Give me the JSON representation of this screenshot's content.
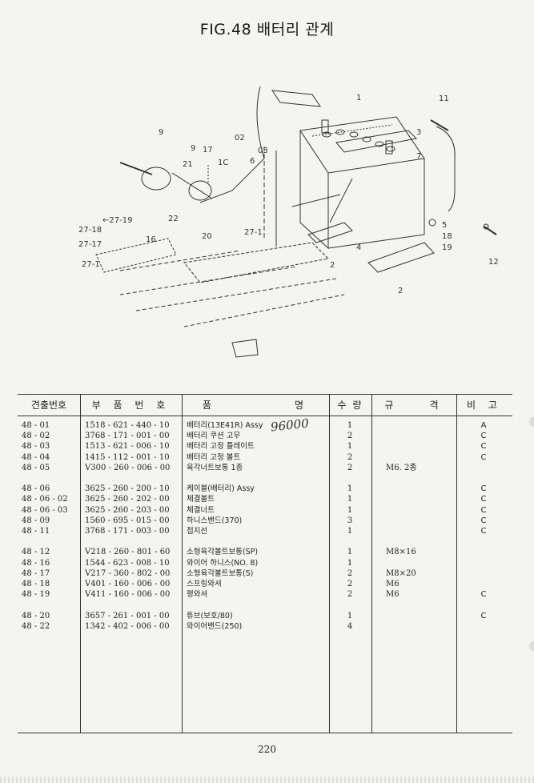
{
  "title": "FIG.48 배터리 관계",
  "diagram": {
    "callouts": [
      "9",
      "9",
      "17",
      "1C",
      "21",
      "02",
      "03",
      "6",
      "1",
      "11",
      "3",
      "7",
      "5",
      "18",
      "19",
      "12",
      "4",
      "2",
      "2",
      "20",
      "22",
      "27-19",
      "27-18",
      "27-17",
      "16",
      "27-1",
      "27-1"
    ]
  },
  "table": {
    "headers": {
      "no": "견출번호",
      "part": "부 품 번 호",
      "name": "품          명",
      "qty": "수 량",
      "spec": "규    격",
      "note": "비 고"
    },
    "rows": [
      {
        "no": "48 - 01",
        "part": "1518 - 621 - 440 - 10",
        "name": "배터리(13E41R) Assy",
        "qty": "1",
        "spec": "",
        "note": "A"
      },
      {
        "no": "48 - 02",
        "part": "3768 - 171 - 001 - 00",
        "name": "배터리 쿠션 고무",
        "qty": "2",
        "spec": "",
        "note": "C"
      },
      {
        "no": "48 - 03",
        "part": "1513 - 621 - 006 - 10",
        "name": "배터리 고정 플레이트",
        "qty": "1",
        "spec": "",
        "note": "C"
      },
      {
        "no": "48 - 04",
        "part": "1415 - 112 - 001 - 10",
        "name": "배터리 고정 볼트",
        "qty": "2",
        "spec": "",
        "note": "C"
      },
      {
        "no": "48 - 05",
        "part": "V300 - 260 - 006 - 00",
        "name": "육각너트보통 1종",
        "qty": "2",
        "spec": "M6. 2종",
        "note": ""
      },
      {
        "no": "",
        "part": "",
        "name": "",
        "qty": "",
        "spec": "",
        "note": ""
      },
      {
        "no": "48 - 06",
        "part": "3625 - 260 - 200 - 10",
        "name": "케이블(배터리) Assy",
        "qty": "1",
        "spec": "",
        "note": "C"
      },
      {
        "no": "48 - 06 - 02",
        "part": "3625 - 260 - 202 - 00",
        "name": "체결볼트",
        "qty": "1",
        "spec": "",
        "note": "C"
      },
      {
        "no": "48 - 06 - 03",
        "part": "3625 - 260 - 203 - 00",
        "name": "체결너트",
        "qty": "1",
        "spec": "",
        "note": "C"
      },
      {
        "no": "48 - 09",
        "part": "1560 - 695 - 015 - 00",
        "name": "하니스밴드(370)",
        "qty": "3",
        "spec": "",
        "note": "C"
      },
      {
        "no": "48 - 11",
        "part": "3768 - 171 - 003 - 00",
        "name": "접지선",
        "qty": "1",
        "spec": "",
        "note": "C"
      },
      {
        "no": "",
        "part": "",
        "name": "",
        "qty": "",
        "spec": "",
        "note": ""
      },
      {
        "no": "48 - 12",
        "part": "V218 - 260 - 801 - 60",
        "name": "소형육각볼트보통(SP)",
        "qty": "1",
        "spec": "M8×16",
        "note": ""
      },
      {
        "no": "48 - 16",
        "part": "1544 - 623 - 008 - 10",
        "name": "와이어 하니스(NO. 8)",
        "qty": "1",
        "spec": "",
        "note": ""
      },
      {
        "no": "48 - 17",
        "part": "V217 - 360 - 802 - 00",
        "name": "소형육각볼트보통(S)",
        "qty": "2",
        "spec": "M8×20",
        "note": ""
      },
      {
        "no": "48 - 18",
        "part": "V401 - 160 - 006 - 00",
        "name": "스프링와셔",
        "qty": "2",
        "spec": "M6",
        "note": ""
      },
      {
        "no": "48 - 19",
        "part": "V411 - 160 - 006 - 00",
        "name": "평와셔",
        "qty": "2",
        "spec": "M6",
        "note": "C"
      },
      {
        "no": "",
        "part": "",
        "name": "",
        "qty": "",
        "spec": "",
        "note": ""
      },
      {
        "no": "48 - 20",
        "part": "3657 - 261 - 001 - 00",
        "name": "튜브(보호/80)",
        "qty": "1",
        "spec": "",
        "note": "C"
      },
      {
        "no": "48 - 22",
        "part": "1342 - 402 - 006 - 00",
        "name": "와이어밴드(250)",
        "qty": "4",
        "spec": "",
        "note": ""
      }
    ]
  },
  "handwriting": "96000",
  "page_number": "220"
}
